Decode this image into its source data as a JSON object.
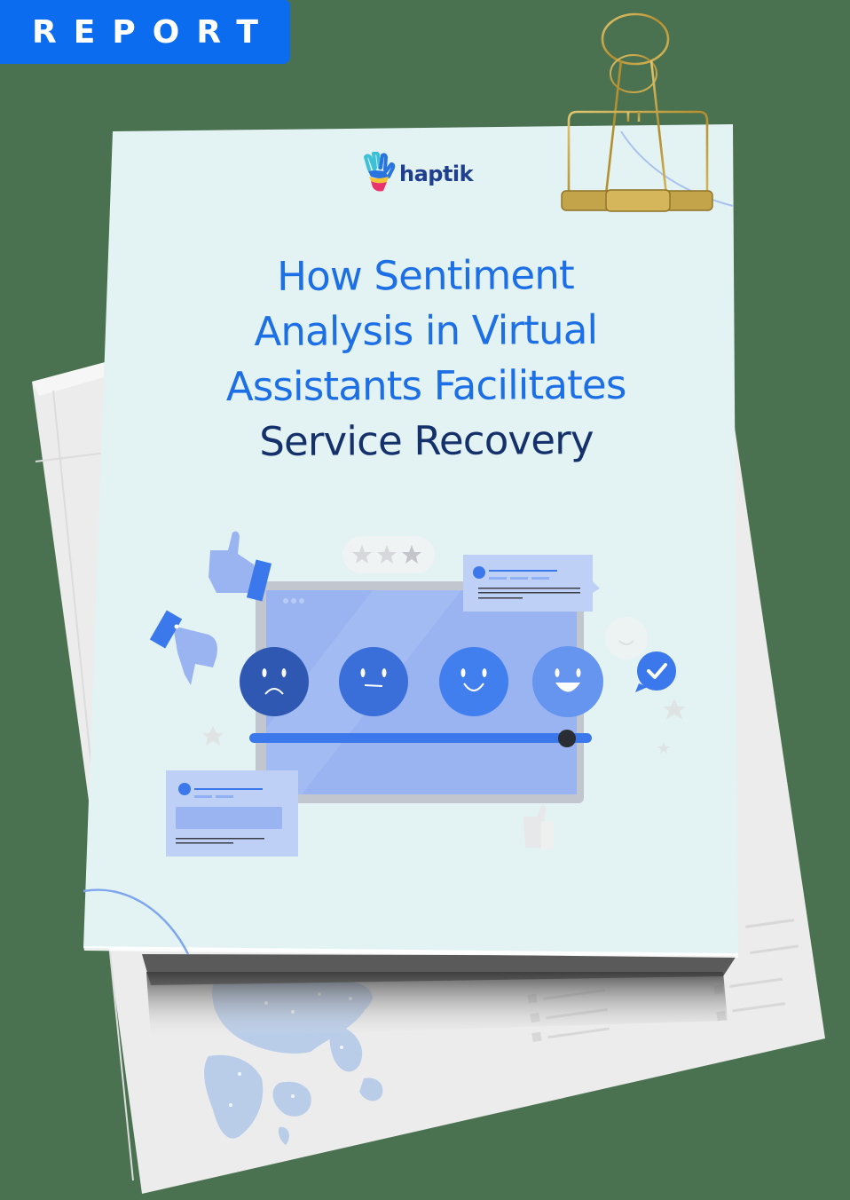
{
  "badge": {
    "label": "REPORT",
    "color": "#0b6cf0"
  },
  "cover": {
    "brand": {
      "name": "haptik",
      "icon": "hand-logo-icon"
    },
    "title_lines_accent": [
      "How Sentiment",
      "Analysis in Virtual",
      "Assistants Facilitates"
    ],
    "title_line_dark": "Service Recovery",
    "accent_color": "#1d6fe6",
    "dark_color": "#15316b",
    "background_color": "#e3f2f3"
  },
  "illustration": {
    "rating_stars": 3,
    "emoji_scale": [
      "sad",
      "neutral",
      "smile",
      "happy"
    ],
    "slider_position": "near-end",
    "icons": [
      "thumbs-up-icon",
      "thumbs-down-icon",
      "check-bubble-icon",
      "star-icon",
      "review-card-icon"
    ]
  },
  "back_page": {
    "graphic": "world-map",
    "background_color": "#ececec"
  },
  "binder_clip": {
    "color": "#c4a44a"
  }
}
